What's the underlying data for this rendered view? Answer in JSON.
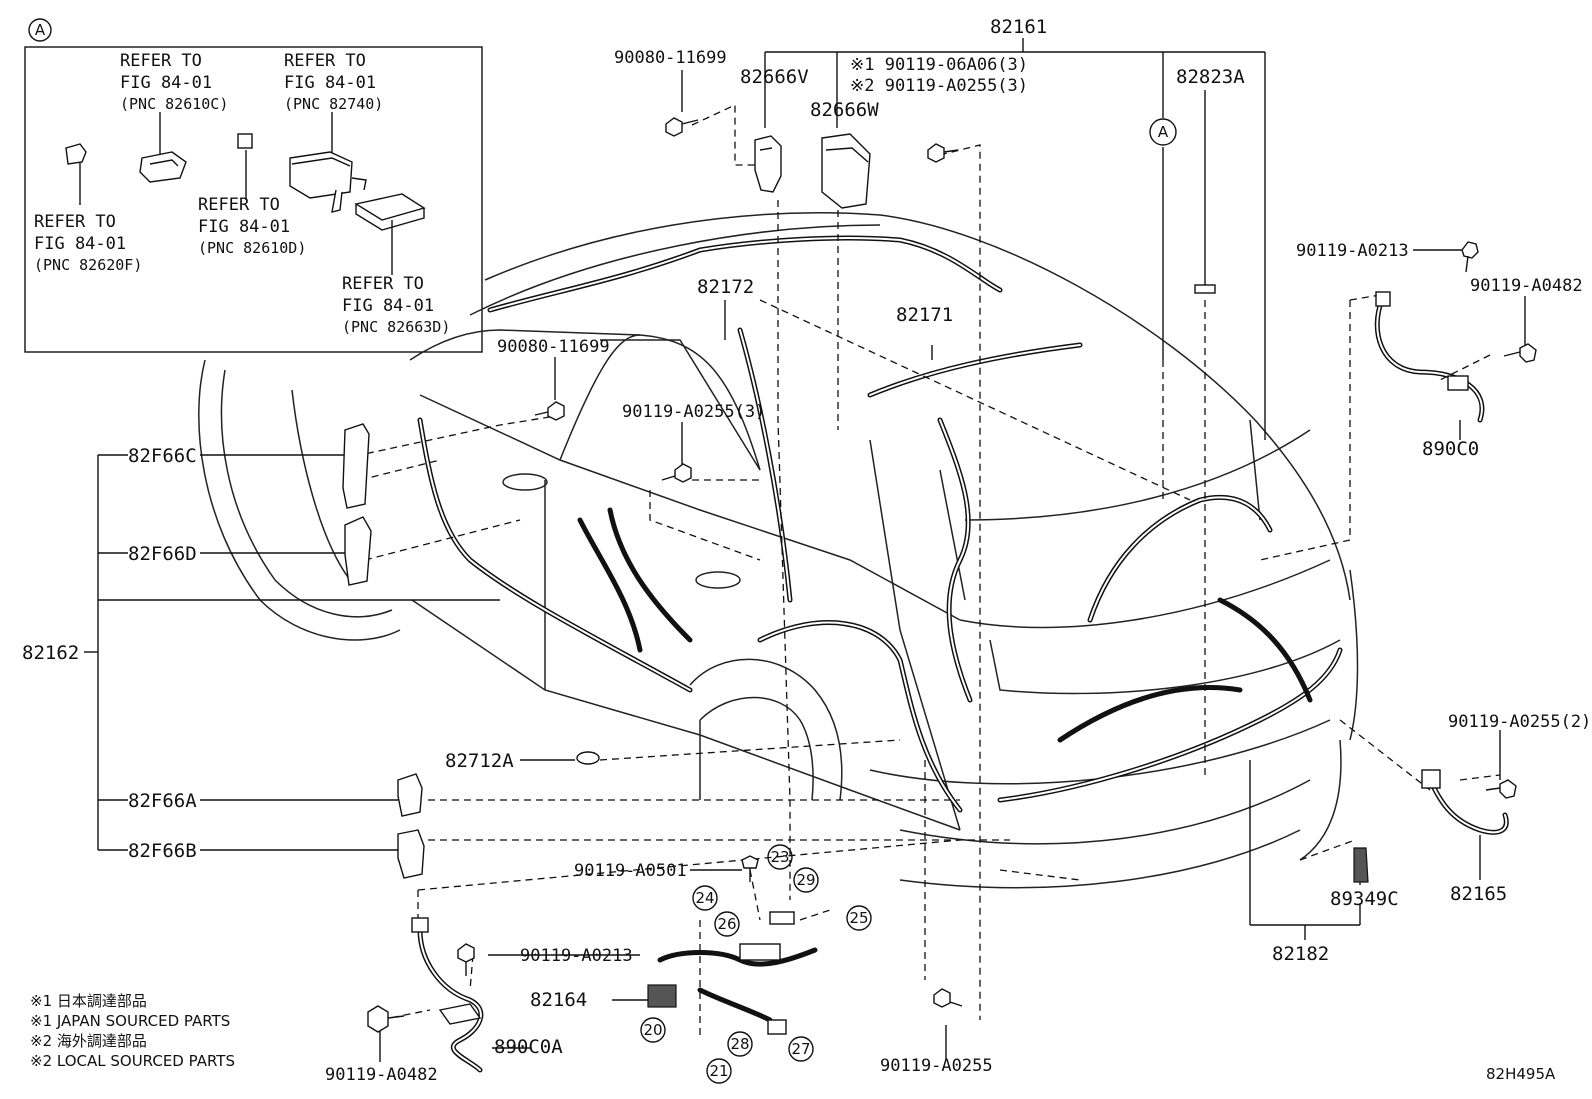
{
  "inset": {
    "marker": "A",
    "refs": [
      {
        "line1": "REFER TO",
        "line2": "FIG 84-01",
        "pnc": "(PNC 82610C)"
      },
      {
        "line1": "REFER TO",
        "line2": "FIG 84-01",
        "pnc": "(PNC 82740)"
      },
      {
        "line1": "REFER TO",
        "line2": "FIG 84-01",
        "pnc": "(PNC 82620F)"
      },
      {
        "line1": "REFER TO",
        "line2": "FIG 84-01",
        "pnc": "(PNC 82610D)"
      },
      {
        "line1": "REFER TO",
        "line2": "FIG 84-01",
        "pnc": "(PNC 82663D)"
      }
    ]
  },
  "labels": {
    "p82161": "82161",
    "p90080_top": "90080-11699",
    "p82666V": "82666V",
    "note1_bolt": "※1 90119-06A06(3)",
    "note2_bolt": "※2 90119-A0255(3)",
    "p82666W": "82666W",
    "p82823A": "82823A",
    "marker_a_main": "A",
    "p90119_A0213_r": "90119-A0213",
    "p90119_A0482_r": "90119-A0482",
    "p82172": "82172",
    "p82171": "82171",
    "p90080_mid": "90080-11699",
    "p90119_A0255_3": "90119-A0255(3)",
    "p890C0": "890C0",
    "p82F66C": "82F66C",
    "p82F66D": "82F66D",
    "p82162": "82162",
    "p82712A": "82712A",
    "p82F66A": "82F66A",
    "p82F66B": "82F66B",
    "p90119_A0255_2": "90119-A0255(2)",
    "p90119_A0501": "90119-A0501",
    "p89349C": "89349C",
    "p82165": "82165",
    "p82182": "82182",
    "p90119_A0213_l": "90119-A0213",
    "p82164": "82164",
    "p890C0A": "890C0A",
    "p90119_A0482_l": "90119-A0482",
    "p90119_A0255_b": "90119-A0255",
    "fig_code": "82H495A"
  },
  "callouts": [
    "20",
    "21",
    "23",
    "24",
    "25",
    "26",
    "27",
    "28",
    "29"
  ],
  "notes": [
    "※1 日本調達部品",
    "※1 JAPAN SOURCED PARTS",
    "※2 海外調達部品",
    "※2 LOCAL SOURCED PARTS"
  ]
}
